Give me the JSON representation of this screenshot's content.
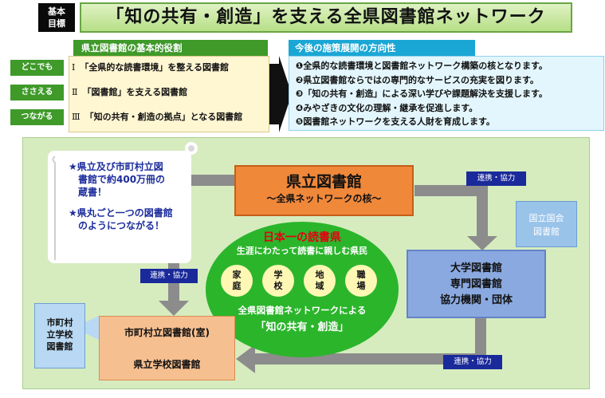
{
  "header": {
    "basic_goal_line1": "基本",
    "basic_goal_line2": "目標",
    "title": "「知の共有・創造」を支える全県図書館ネットワーク"
  },
  "roles": {
    "heading": "県立図書館の基本的役割",
    "items": [
      {
        "tag": "どこでも",
        "num": "Ⅰ",
        "text": "「全県的な読書環境」を整える図書館"
      },
      {
        "tag": "ささえる",
        "num": "Ⅱ",
        "text": "「図書館」を支える図書館"
      },
      {
        "tag": "つながる",
        "num": "Ⅲ",
        "text": "「知の共有・創造の拠点」となる図書館"
      }
    ]
  },
  "directions": {
    "heading": "今後の施策展開の方向性",
    "items": [
      "❶全県的な読書環境と図書館ネットワーク構築の核となります。",
      "❷県立図書館ならではの専門的なサービスの充実を図ります。",
      "❸「知の共有・創造」による深い学びや課題解決を支援します。",
      "❹みやざきの文化の理解・継承を促進します。",
      "❺図書館ネットワークを支える人財を育成します。"
    ]
  },
  "note": {
    "lines": [
      "★県立及び市町村立図",
      "書館で約400万冊の",
      "蔵書！",
      "",
      "★県丸ごと一つの図書館",
      "のようにつながる！"
    ]
  },
  "pref_library": {
    "title": "県立図書館",
    "subtitle": "～全県ネットワークの核～"
  },
  "oval": {
    "title": "日本一の読書県",
    "subtitle": "生涯にわたって読書に親しむ県民",
    "circles": [
      {
        "line1": "家",
        "line2": "庭"
      },
      {
        "line1": "学",
        "line2": "校"
      },
      {
        "line1": "地",
        "line2": "域"
      },
      {
        "line1": "職",
        "line2": "場"
      }
    ],
    "bottom1": "全県図書館ネットワークによる",
    "bottom2": "「知の共有・創造」"
  },
  "national_library": {
    "line1": "国立国会",
    "line2": "図書館"
  },
  "university_library": {
    "line1": "大学図書館",
    "line2": "専門図書館",
    "line3": "協力機関・団体"
  },
  "school_side": {
    "line1": "市町村",
    "line2": "立学校",
    "line3": "図書館"
  },
  "city_library": {
    "title": "市町村立図書館(室)",
    "subtitle": "県立学校図書館"
  },
  "cooperation_labels": [
    "連携・協力",
    "連携・協力",
    "連携・協力"
  ],
  "colors": {
    "green": "#3f9a2a",
    "blue": "#1aa7d5",
    "orange": "#f0883a",
    "navy": "#1a2a9a",
    "diagram_bg": "#d6ecbf"
  }
}
